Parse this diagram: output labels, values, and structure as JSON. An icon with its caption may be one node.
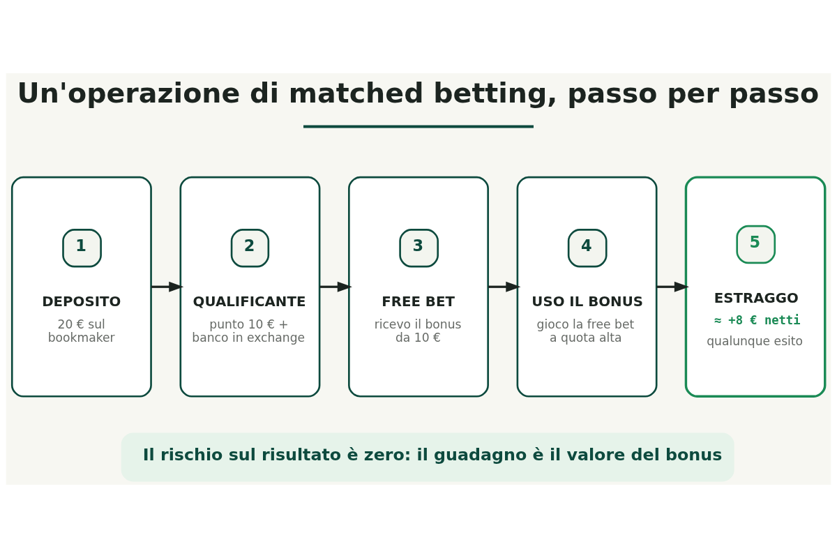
{
  "diagram": {
    "title": "Un'operazione di matched betting, passo per passo",
    "nodes": [
      {
        "text": [
          "1",
          "DEPOSITO",
          "20 € sul bookmaker"
        ]
      },
      {
        "text": [
          "2",
          "QUALIFICANTE",
          "punto 10 € + banco in exchange"
        ]
      },
      {
        "text": [
          "3",
          "FREE BET",
          "ricevo il bonus da 10 €"
        ]
      },
      {
        "text": [
          "4",
          "USO IL BONUS",
          "gioco la free bet a quota alta"
        ]
      },
      {
        "text": [
          "5",
          "ESTRAGGO",
          "≈ +8 € netti",
          "qualunque esito"
        ]
      },
      {
        "text": [
          "Il rischio sul risultato è zero: il guadagno è il valore del bonus"
        ]
      }
    ],
    "edges": [
      {
        "from": 0,
        "to": 1,
        "arrow": "to"
      },
      {
        "from": 1,
        "to": 2,
        "arrow": "to"
      },
      {
        "from": 2,
        "to": 3,
        "arrow": "to"
      },
      {
        "from": 3,
        "to": 4,
        "arrow": "to"
      }
    ]
  }
}
